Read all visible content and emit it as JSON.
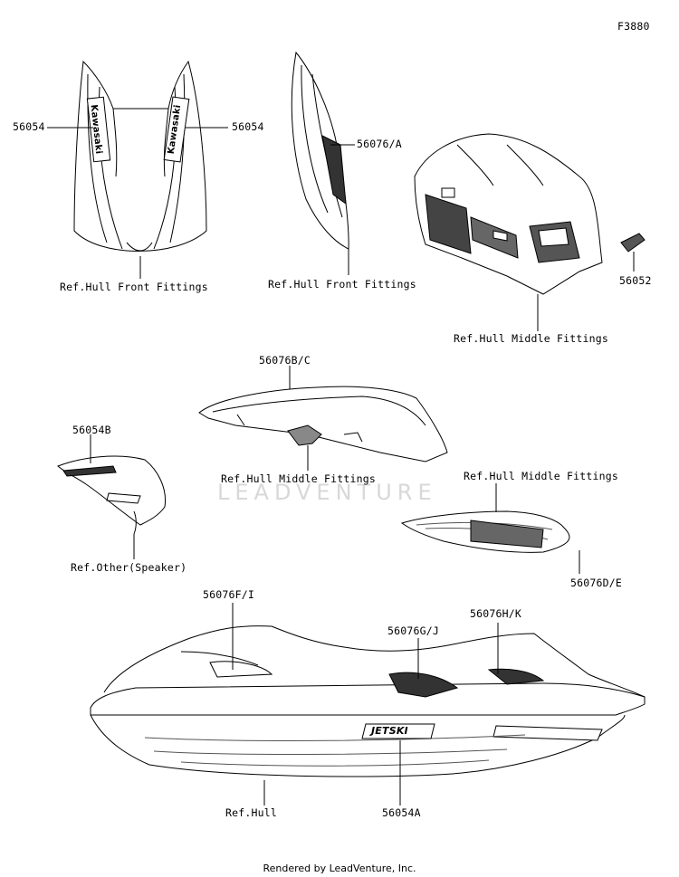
{
  "figure_code": "F3880",
  "watermark": "LEADVENTURE",
  "footer": "Rendered by LeadVenture, Inc.",
  "decal_text": {
    "brand": "Kawasaki",
    "jetski": "JETSKI"
  },
  "labels": {
    "p56054_left": "56054",
    "p56054_right": "56054",
    "ref_front_1": "Ref.Hull Front Fittings",
    "p56076A": "56076/A",
    "ref_front_2": "Ref.Hull Front Fittings",
    "p56052": "56052",
    "ref_middle_1": "Ref.Hull Middle Fittings",
    "p56076BC": "56076B/C",
    "p56054B": "56054B",
    "ref_middle_2": "Ref.Hull Middle Fittings",
    "ref_middle_3": "Ref.Hull Middle Fittings",
    "ref_speaker": "Ref.Other(Speaker)",
    "p56076DE": "56076D/E",
    "p56076FI": "56076F/I",
    "p56076GJ": "56076G/J",
    "p56076HK": "56076H/K",
    "ref_hull": "Ref.Hull",
    "p56054A": "56054A"
  }
}
